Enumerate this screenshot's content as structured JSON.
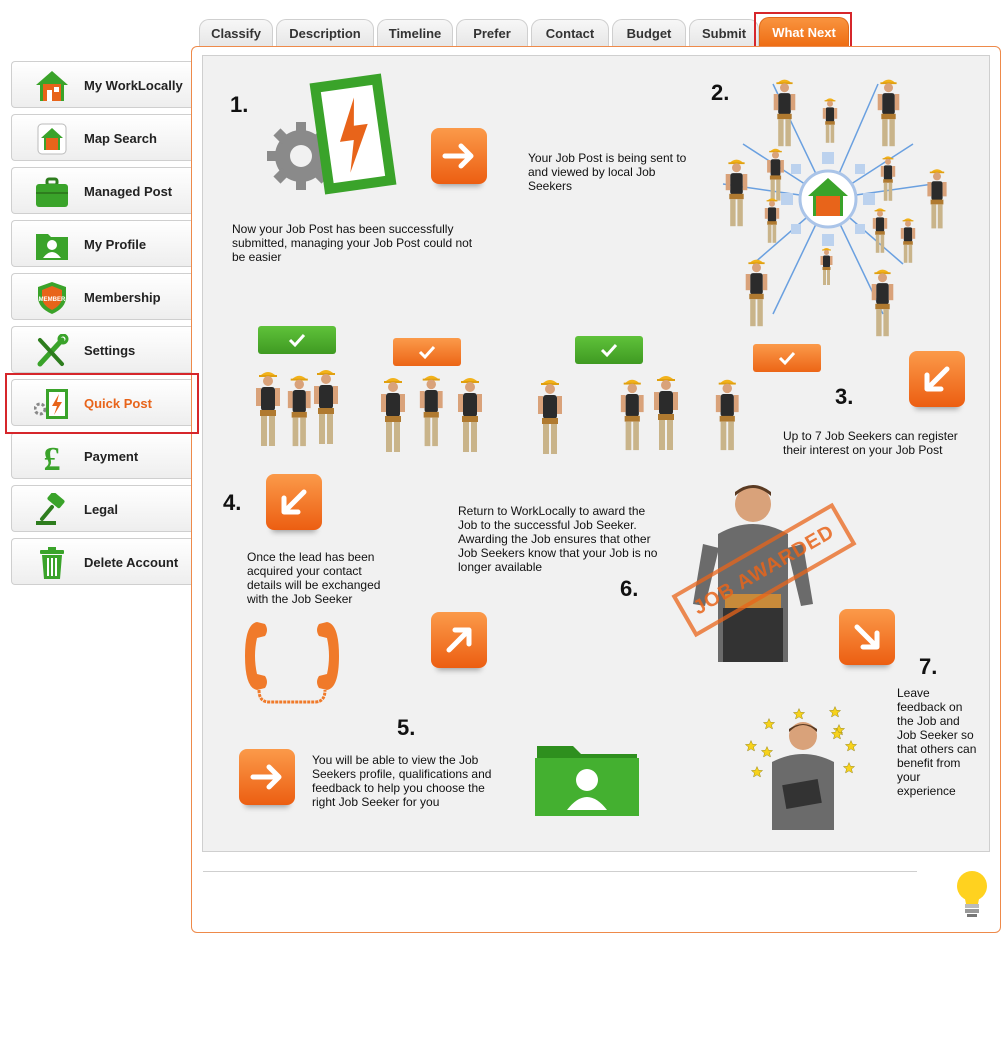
{
  "tabs": [
    {
      "label": "Classify"
    },
    {
      "label": "Description"
    },
    {
      "label": "Timeline"
    },
    {
      "label": "Prefer"
    },
    {
      "label": "Contact"
    },
    {
      "label": "Budget"
    },
    {
      "label": "Submit"
    },
    {
      "label": "What Next",
      "active": true
    }
  ],
  "sidebar": {
    "items": [
      {
        "label": "My WorkLocally",
        "icon": "house-icon"
      },
      {
        "label": "Map Search",
        "icon": "map-house-icon"
      },
      {
        "label": "Managed Post",
        "icon": "briefcase-icon"
      },
      {
        "label": "My Profile",
        "icon": "profile-folder-icon"
      },
      {
        "label": "Membership",
        "icon": "member-shield-icon"
      },
      {
        "label": "Settings",
        "icon": "tools-icon"
      },
      {
        "label": "Quick Post",
        "icon": "quick-post-stamp-icon",
        "active": true
      },
      {
        "label": "Payment",
        "icon": "pound-icon"
      },
      {
        "label": "Legal",
        "icon": "gavel-icon"
      },
      {
        "label": "Delete Account",
        "icon": "trash-icon"
      }
    ]
  },
  "infographic": {
    "step1": {
      "num": "1.",
      "text": "Now your Job Post has been successfully submitted, managing your Job Post could not be easier"
    },
    "step2": {
      "num": "2.",
      "text": "Your Job Post is being sent to and viewed by local Job Seekers"
    },
    "step3": {
      "num": "3.",
      "text": "Up to 7 Job Seekers can register their interest on your Job Post"
    },
    "step4": {
      "num": "4.",
      "text": "Once the lead has been acquired your contact details will be exchanged with the Job Seeker"
    },
    "step5": {
      "num": "5.",
      "text": "You will be able to view the Job Seekers profile, qualifications and feedback to help you choose the right Job Seeker for you"
    },
    "step6": {
      "num": "6.",
      "text": "Return to WorkLocally to award the Job to the successful Job Seeker. Awarding the Job ensures that other Job Seekers know that your Job is no longer available",
      "stamp": "JOB AWARDED"
    },
    "step7": {
      "num": "7.",
      "text": "Leave feedback on the Job and Job Seeker so that others can benefit from your experience"
    },
    "badge_text": "MEMBER"
  },
  "colors": {
    "accent": "#ee6c12",
    "green": "#3f9a22",
    "highlight": "#d6262b"
  }
}
